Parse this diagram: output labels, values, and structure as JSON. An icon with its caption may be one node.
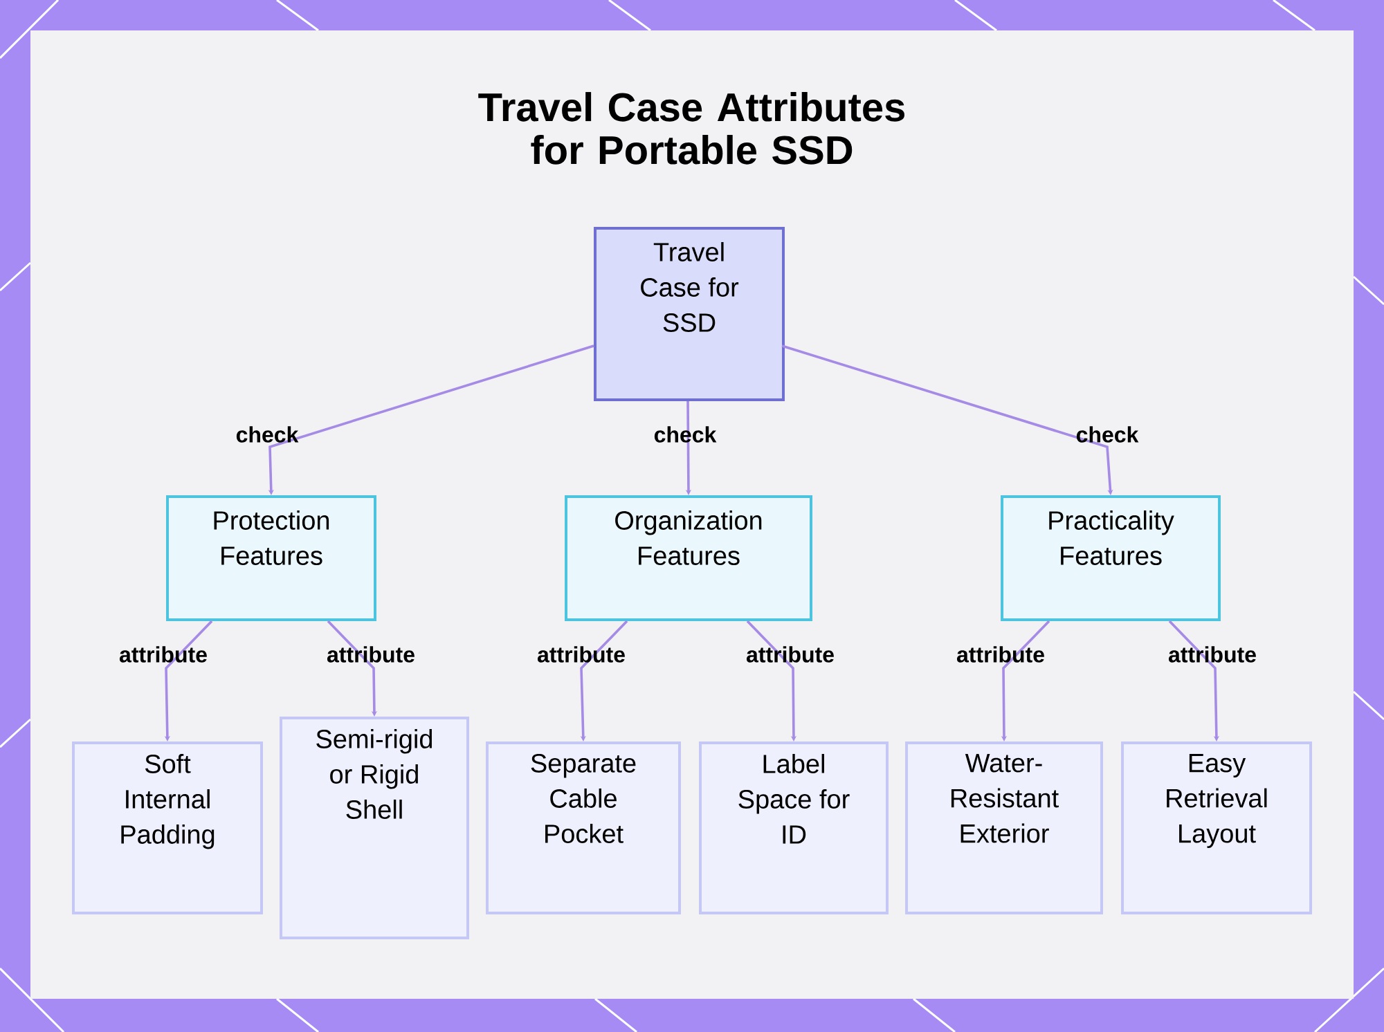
{
  "diagram": {
    "title": "Travel Case Attributes for Portable SSD",
    "nodes": [
      {
        "text": [
          "Travel Case for SSD"
        ]
      },
      {
        "text": [
          "Protection Features"
        ]
      },
      {
        "text": [
          "Organization Features"
        ]
      },
      {
        "text": [
          "Practicality Features"
        ]
      },
      {
        "text": [
          "Soft Internal Padding"
        ]
      },
      {
        "text": [
          "Semi-rigid or Rigid Shell"
        ]
      },
      {
        "text": [
          "Separate Cable Pocket"
        ]
      },
      {
        "text": [
          "Label Space for ID"
        ]
      },
      {
        "text": [
          "Water-Resistant Exterior"
        ]
      },
      {
        "text": [
          "Easy Retrieval Layout"
        ]
      }
    ],
    "edges": [
      {
        "from": 0,
        "to": 1,
        "arrow": "to",
        "label": "check"
      },
      {
        "from": 0,
        "to": 2,
        "arrow": "to",
        "label": "check"
      },
      {
        "from": 0,
        "to": 3,
        "arrow": "to",
        "label": "check"
      },
      {
        "from": 1,
        "to": 4,
        "arrow": "to",
        "label": "attribute"
      },
      {
        "from": 1,
        "to": 5,
        "arrow": "to",
        "label": "attribute"
      },
      {
        "from": 2,
        "to": 6,
        "arrow": "to",
        "label": "attribute"
      },
      {
        "from": 2,
        "to": 7,
        "arrow": "to",
        "label": "attribute"
      },
      {
        "from": 3,
        "to": 8,
        "arrow": "to",
        "label": "attribute"
      },
      {
        "from": 3,
        "to": 9,
        "arrow": "to",
        "label": "attribute"
      }
    ]
  }
}
